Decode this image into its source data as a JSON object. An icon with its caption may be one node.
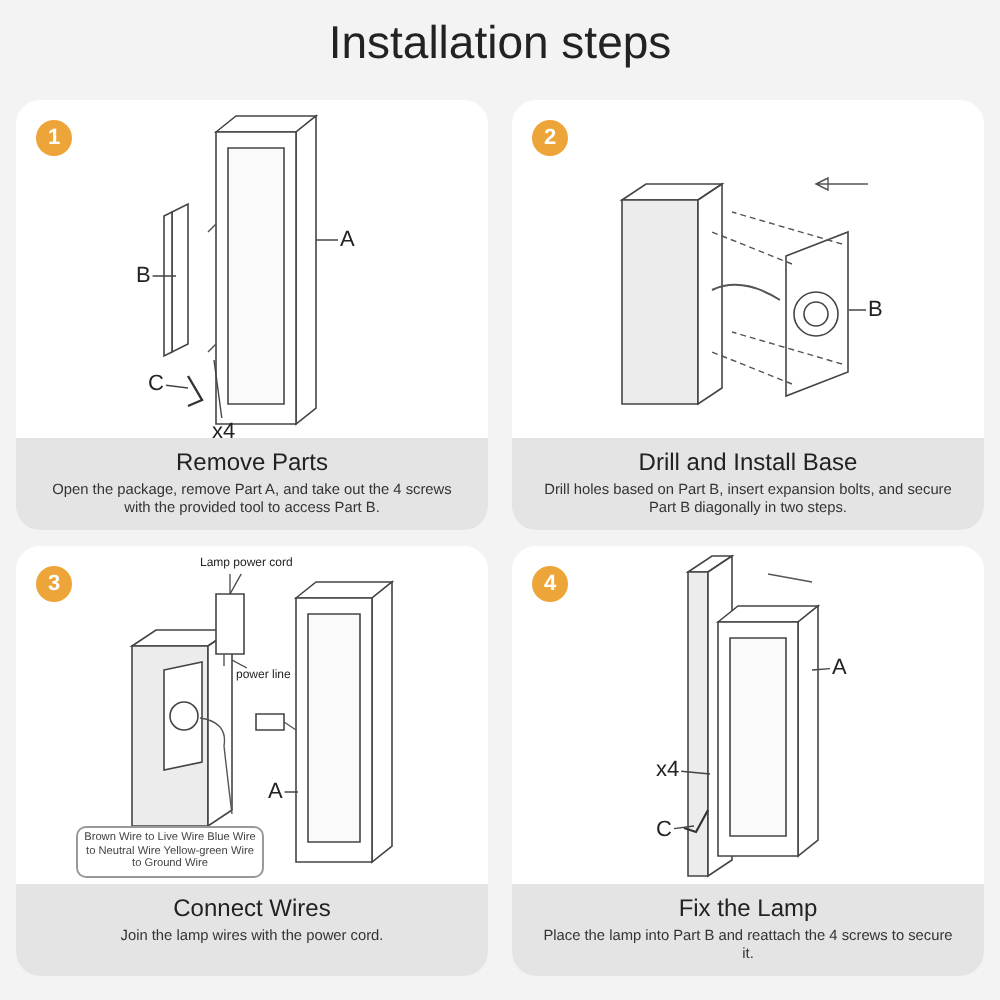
{
  "diagram": {
    "title": "Installation steps",
    "nodes": [
      {
        "text": [
          "1",
          "Remove Parts",
          "Open the package, remove Part A, and take out the 4 screws with the provided tool to access Part B."
        ]
      },
      {
        "text": [
          "B"
        ],
        "in": 0
      },
      {
        "text": [
          "A"
        ],
        "in": 0
      },
      {
        "text": [
          "C"
        ],
        "in": 0
      },
      {
        "text": [
          "x4"
        ],
        "in": 0
      },
      {
        "text": [
          "2",
          "Drill and Install Base",
          "Drill holes based on Part B, insert expansion bolts, and secure Part B diagonally in two steps."
        ]
      },
      {
        "text": [
          "B"
        ],
        "in": 5
      },
      {
        "text": [
          "3",
          "Connect Wires",
          "Join the lamp wires with the power cord."
        ]
      },
      {
        "text": [
          "Lamp power cord"
        ],
        "in": 7
      },
      {
        "text": [
          "power line"
        ],
        "in": 7
      },
      {
        "text": [
          "Brown Wire to Live Wire Blue Wire to Neutral Wire Yellow-green Wire to Ground Wire"
        ],
        "in": 7
      },
      {
        "text": [
          "A"
        ],
        "in": 7
      },
      {
        "text": [
          "4",
          "Fix the Lamp",
          "Place the lamp into Part B and reattach the 4 screws to secure it."
        ]
      },
      {
        "text": [
          "A"
        ],
        "in": 12
      },
      {
        "text": [
          "x4"
        ],
        "in": 12
      },
      {
        "text": [
          "C"
        ],
        "in": 12
      }
    ],
    "edges": [
      {
        "from": 1,
        "to": null,
        "arrow": "none"
      },
      {
        "from": 2,
        "to": null,
        "arrow": "none"
      },
      {
        "from": 3,
        "to": null,
        "arrow": "none"
      },
      {
        "from": 4,
        "to": null,
        "arrow": "none"
      },
      {
        "from": 6,
        "to": null,
        "arrow": "none"
      },
      {
        "from": 8,
        "to": null,
        "arrow": "none"
      },
      {
        "from": 9,
        "to": null,
        "arrow": "none"
      },
      {
        "from": 11,
        "to": null,
        "arrow": "none"
      },
      {
        "from": 13,
        "to": null,
        "arrow": "none"
      },
      {
        "from": 14,
        "to": null,
        "arrow": "none"
      },
      {
        "from": 15,
        "to": null,
        "arrow": "none"
      }
    ]
  }
}
